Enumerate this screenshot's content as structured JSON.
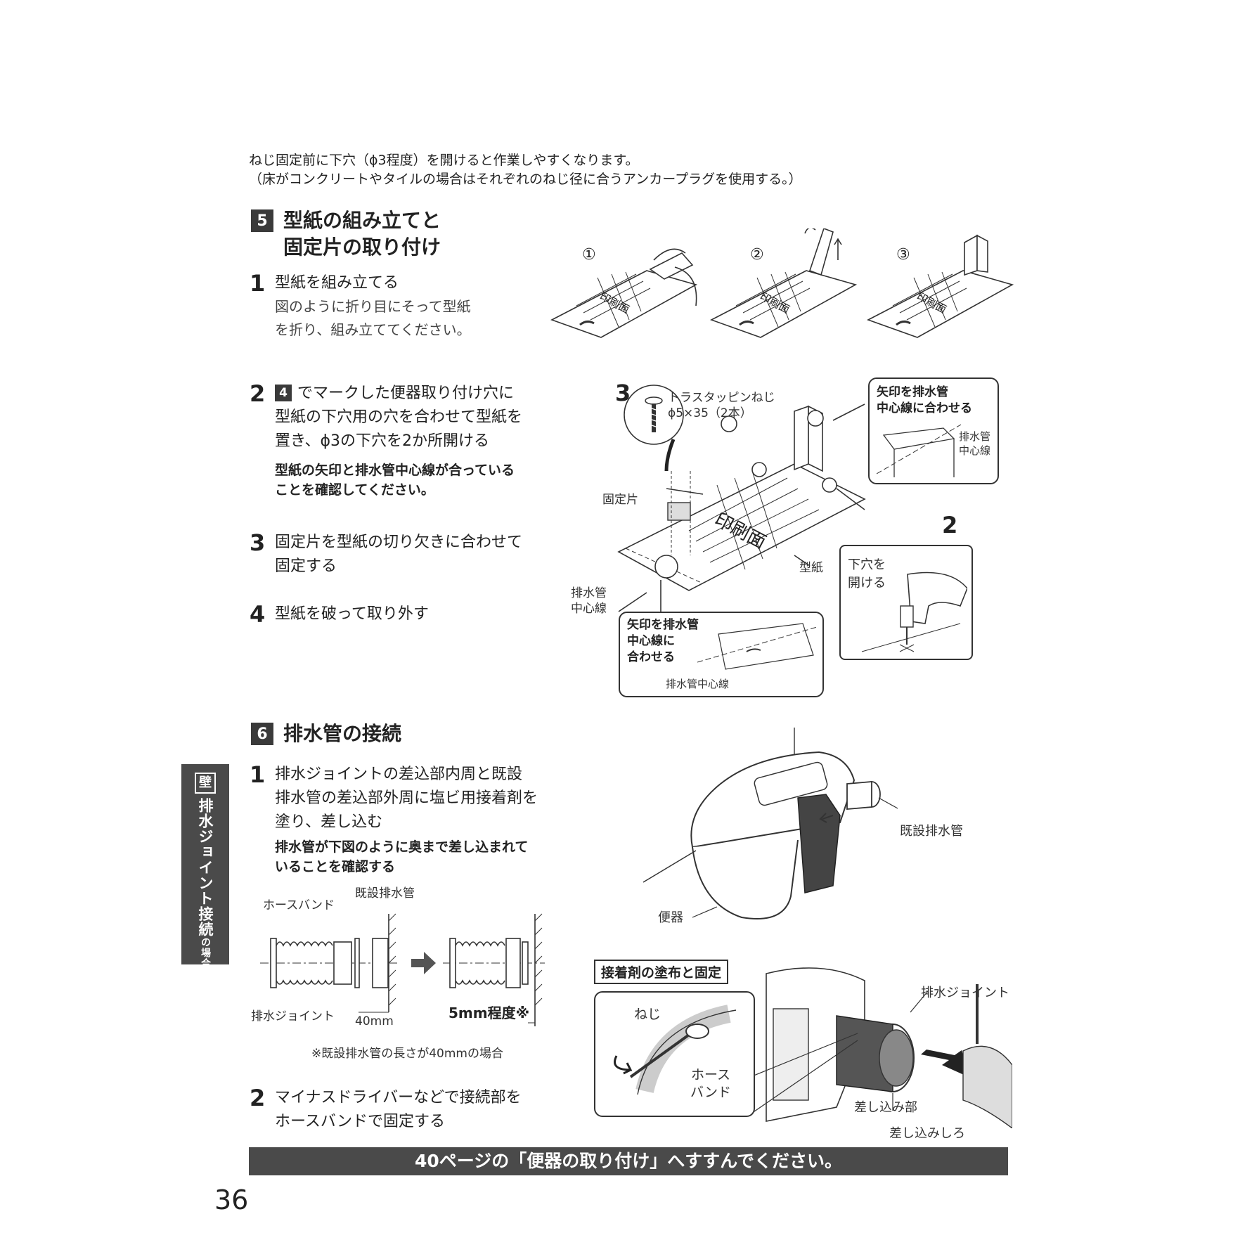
{
  "intro": {
    "line1": "ねじ固定前に下穴（ϕ3程度）を開けると作業しやすくなります。",
    "line2": "（床がコンクリートやタイルの場合はそれぞれのねじ径に合うアンカープラグを使用する。）"
  },
  "section5": {
    "num": "5",
    "title_line1": "型紙の組み立てと",
    "title_line2": "固定片の取り付け",
    "steps": [
      {
        "num": "1",
        "main": "型紙を組み立てる",
        "sub1": "図のように折り目にそって型紙",
        "sub2": "を折り、組み立ててください。"
      },
      {
        "num": "2",
        "ref": "4",
        "main1": "でマークした便器取り付け穴に",
        "main2": "型紙の下穴用の穴を合わせて型紙を",
        "main3": "置き、ϕ3の下穴を2か所開ける",
        "bold1": "型紙の矢印と排水管中心線が合っている",
        "bold2": "ことを確認してください。"
      },
      {
        "num": "3",
        "main1": "固定片を型紙の切り欠きに合わせて",
        "main2": "固定する"
      },
      {
        "num": "4",
        "main": "型紙を破って取り外す"
      }
    ],
    "fold_labels": [
      "①",
      "②",
      "③"
    ],
    "print_side": "印刷面",
    "fig2": {
      "num3": "3",
      "screw1": "トラスタッピンねじ",
      "screw2": "ϕ5×35（2本）",
      "fixing_piece": "固定片",
      "template": "型紙",
      "drain_center1": "排水管",
      "drain_center2": "中心線",
      "callout_top1": "矢印を排水管",
      "callout_top2": "中心線に合わせる",
      "callout_top_sub1": "排水管",
      "callout_top_sub2": "中心線",
      "callout_bottom1": "矢印を排水管",
      "callout_bottom2": "中心線に",
      "callout_bottom3": "合わせる",
      "callout_bottom_sub": "排水管中心線",
      "num2": "2",
      "drill1": "下穴を",
      "drill2": "開ける"
    }
  },
  "section6": {
    "num": "6",
    "title": "排水管の接続",
    "step1": {
      "num": "1",
      "main1": "排水ジョイントの差込部内周と既設",
      "main2": "排水管の差込部外周に塩ビ用接着剤を",
      "main3": "塗り、差し込む",
      "bold1": "排水管が下図のように奥まで差し込まれて",
      "bold2": "いることを確認する"
    },
    "pipe": {
      "hose_band": "ホースバンド",
      "existing_pipe": "既設排水管",
      "drain_joint": "排水ジョイント",
      "length": "40mm",
      "depth": "5mm程度※",
      "footnote": "※既設排水管の長さが40mmの場合"
    },
    "step2": {
      "num": "2",
      "main1": "マイナスドライバーなどで接続部を",
      "main2": "ホースバンドで固定する"
    },
    "toilet": {
      "existing_pipe": "既設排水管",
      "toilet": "便器"
    },
    "adhesive": {
      "title": "接着剤の塗布と固定",
      "screw": "ねじ",
      "hose1": "ホース",
      "hose2": "バンド",
      "drain_joint": "排水ジョイント",
      "insert_part": "差し込み部",
      "insert_margin": "差し込みしろ"
    }
  },
  "side_tab": {
    "box": "壁",
    "text": "排水ジョイント接続",
    "small": "の場合"
  },
  "footer": {
    "text": "40ページの「便器の取り付け」へすすんでください。"
  },
  "page_number": "36"
}
